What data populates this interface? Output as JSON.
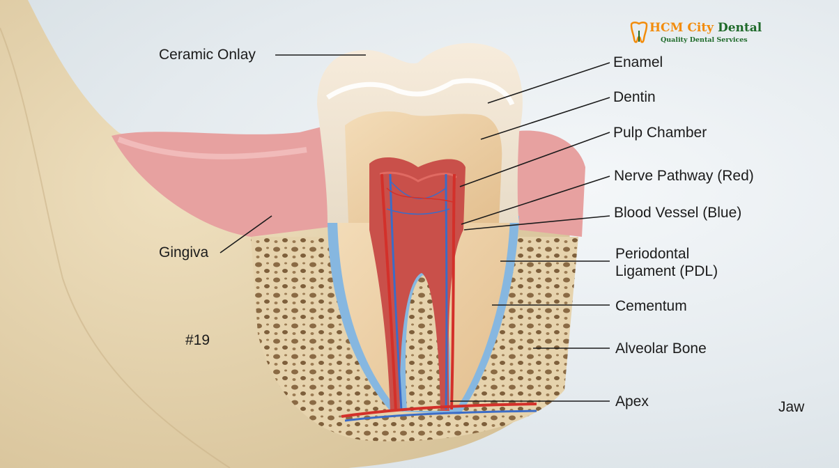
{
  "brand": {
    "name_part1": "HCM City",
    "name_part2": "Dental",
    "tagline": "Quality Dental Services",
    "colors": {
      "orange": "#f28c0c",
      "green": "#1f6a2a"
    }
  },
  "labels": {
    "ceramic_onlay": "Ceramic Onlay",
    "enamel": "Enamel",
    "dentin": "Dentin",
    "pulp_chamber": "Pulp Chamber",
    "nerve_pathway": "Nerve Pathway (Red)",
    "blood_vessel": "Blood Vessel (Blue)",
    "pdl_line1": "Periodontal",
    "pdl_line2": "Ligament (PDL)",
    "cementum": "Cementum",
    "alveolar_bone": "Alveolar Bone",
    "apex": "Apex",
    "gingiva": "Gingiva",
    "tooth_number": "#19",
    "jaw": "Jaw"
  },
  "colors": {
    "bone": "#e2cfa8",
    "gum": "#e8a2a2",
    "enamel": "#f7f3ea",
    "dentin": "#efd3a8",
    "pulp": "#c84a44",
    "nerve": "#d8302a",
    "vessel": "#3f6fc8",
    "pdl": "#7fb3e0"
  }
}
